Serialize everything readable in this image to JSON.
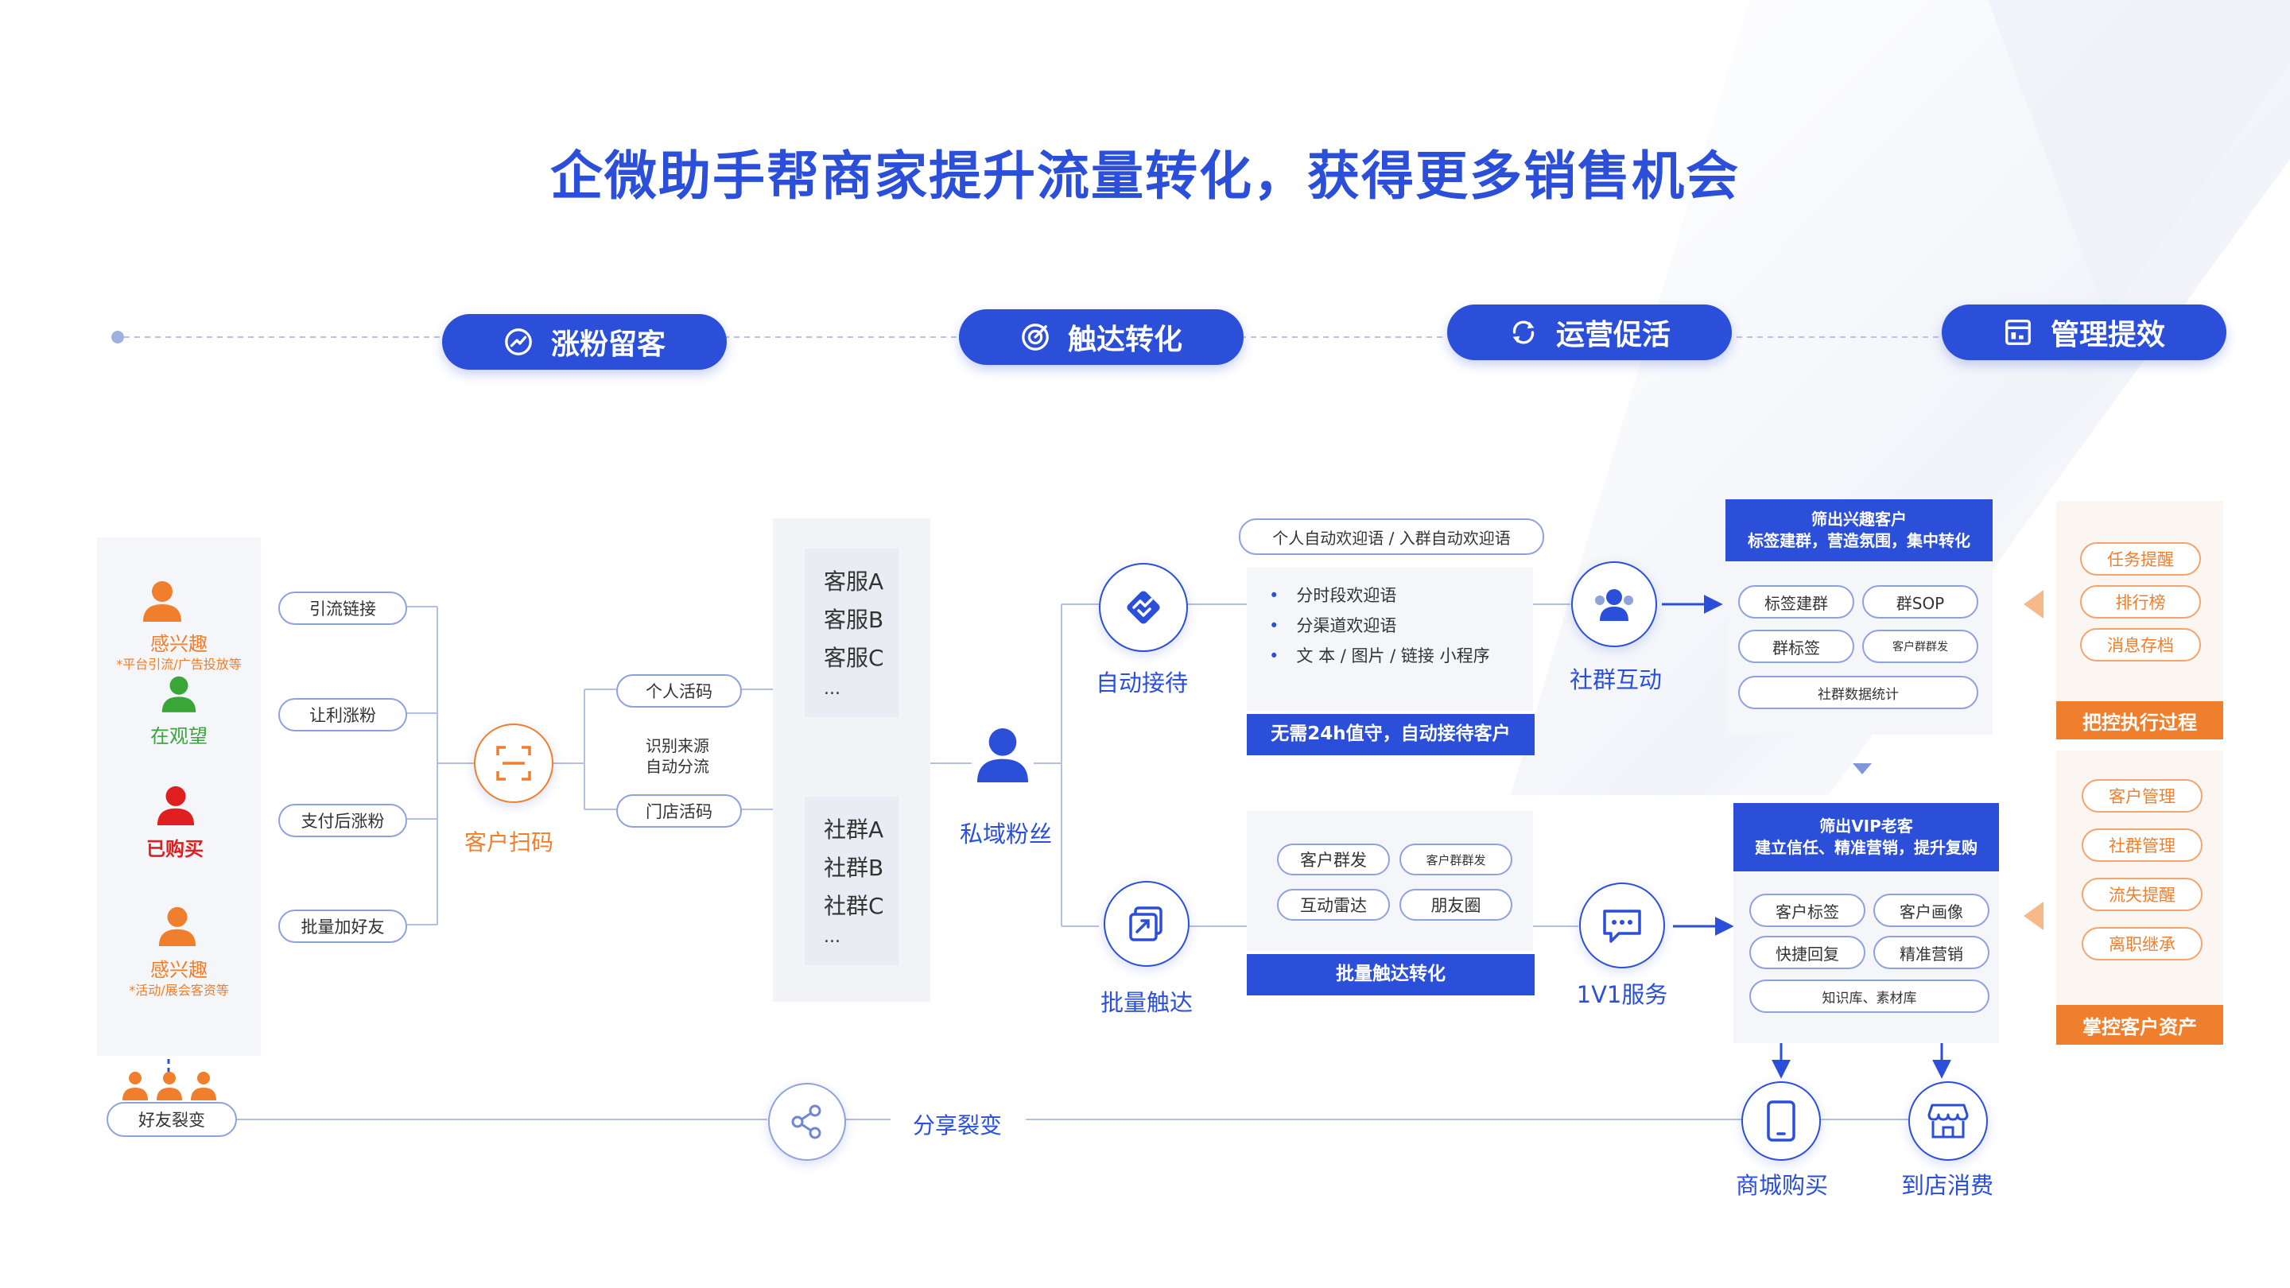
{
  "title": "企微助手帮商家提升流量转化，获得更多销售机会",
  "colors": {
    "primary": "#2b4fd8",
    "accent": "#ef7f2c",
    "danger": "#e02020",
    "success": "#3aa63a"
  },
  "phases": [
    {
      "label": "涨粉留客",
      "icon": "chart-circle-icon"
    },
    {
      "label": "触达转化",
      "icon": "target-icon"
    },
    {
      "label": "运营促活",
      "icon": "refresh-icon"
    },
    {
      "label": "管理提效",
      "icon": "dashboard-icon"
    }
  ],
  "audience": [
    {
      "label": "感兴趣",
      "sub": "*平台引流/广告投放等",
      "color": "#ef7f2c"
    },
    {
      "label": "在观望",
      "sub": "",
      "color": "#3aa63a"
    },
    {
      "label": "已购买",
      "sub": "",
      "color": "#e02020"
    },
    {
      "label": "感兴趣",
      "sub": "*活动/展会客资等",
      "color": "#ef7f2c"
    }
  ],
  "channels": [
    "引流链接",
    "让利涨粉",
    "支付后涨粉",
    "批量加好友"
  ],
  "scan": {
    "label": "客户扫码",
    "icon": "scan-icon"
  },
  "codes": [
    "个人活码",
    "门店活码"
  ],
  "route_note": [
    "识别来源",
    "自动分流"
  ],
  "service_staff": [
    "客服A",
    "客服B",
    "客服C",
    "..."
  ],
  "communities": [
    "社群A",
    "社群B",
    "社群C",
    "..."
  ],
  "private_fans": {
    "label": "私域粉丝",
    "icon": "user-icon"
  },
  "auto_reception": {
    "label": "自动接待",
    "icon": "handshake-icon",
    "welcome": "个人自动欢迎语 / 入群自动欢迎语",
    "items": [
      "分时段欢迎语",
      "分渠道欢迎语",
      "文 本 / 图片 / 链接 小程序"
    ],
    "footer": "无需24h值守，自动接待客户"
  },
  "batch_reach": {
    "label": "批量触达",
    "icon": "share-box-icon",
    "items": [
      "客户群发",
      "客户群群发",
      "互动雷达",
      "朋友圈"
    ],
    "footer": "批量触达转化"
  },
  "community_interaction": {
    "label": "社群互动",
    "icon": "group-icon",
    "header": [
      "筛出兴趣客户",
      "标签建群，营造氛围，集中转化"
    ],
    "items": [
      "标签建群",
      "群SOP",
      "群标签",
      "客户群群发",
      "社群数据统计"
    ]
  },
  "one_on_one": {
    "label": "1V1服务",
    "icon": "chat-icon",
    "header": [
      "筛出VIP老客",
      "建立信任、精准营销，提升复购"
    ],
    "items": [
      "客户标签",
      "客户画像",
      "快捷回复",
      "精准营销",
      "知识库、素材库"
    ]
  },
  "management_process": {
    "items": [
      "任务提醒",
      "排行榜",
      "消息存档"
    ],
    "footer": "把控执行过程"
  },
  "management_assets": {
    "items": [
      "客户管理",
      "社群管理",
      "流失提醒",
      "离职继承"
    ],
    "footer": "掌控客户资产"
  },
  "referral": {
    "label": "好友裂变",
    "share_label": "分享裂变",
    "icon": "share-icon"
  },
  "outcomes": [
    {
      "label": "商城购买",
      "icon": "phone-icon"
    },
    {
      "label": "到店消费",
      "icon": "store-icon"
    }
  ]
}
